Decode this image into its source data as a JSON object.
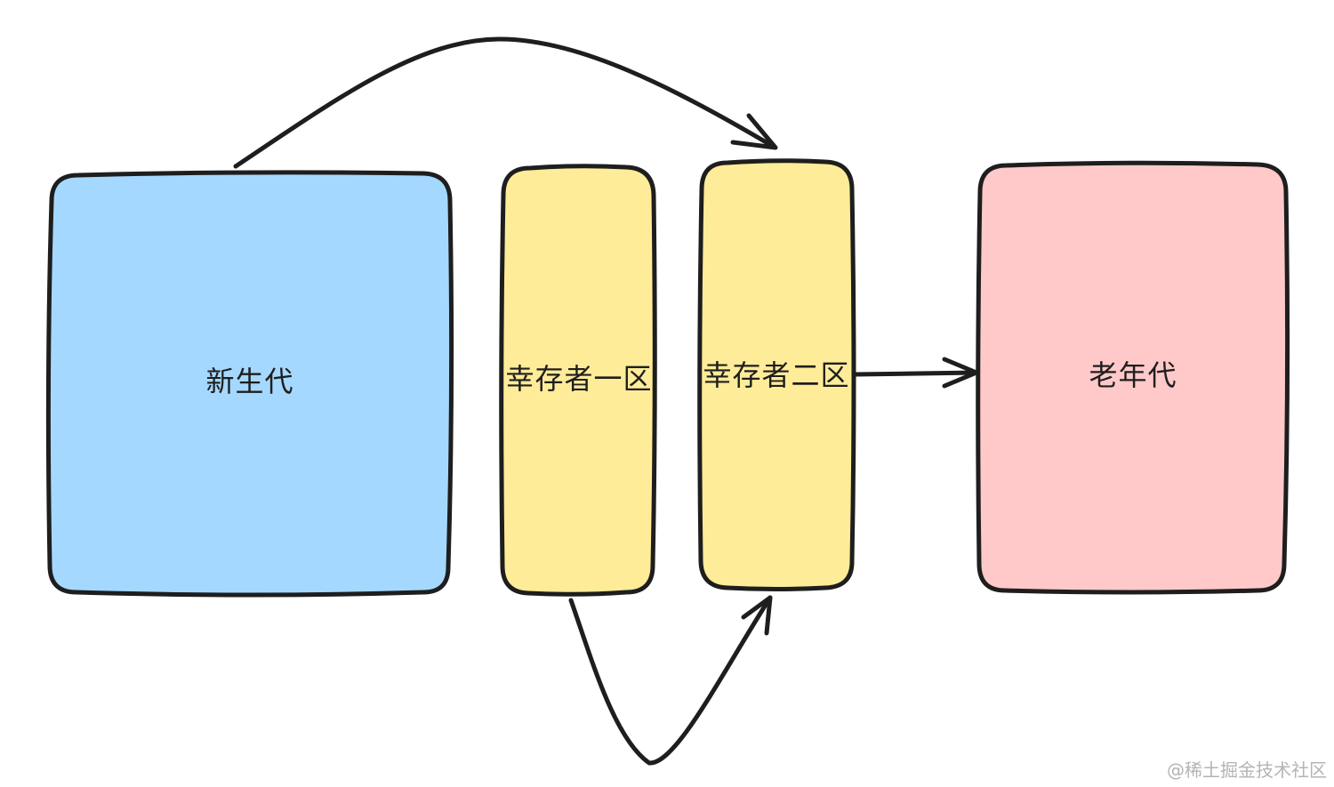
{
  "nodes": {
    "young_generation": {
      "label": "新生代",
      "fill": "#a5d8ff"
    },
    "survivor_one": {
      "label": "幸存者一区",
      "fill": "#ffec99"
    },
    "survivor_two": {
      "label": "幸存者二区",
      "fill": "#ffec99"
    },
    "old_generation": {
      "label": "老年代",
      "fill": "#ffc9c9"
    }
  },
  "stroke_color": "#1e1e1e",
  "watermark": "@稀土掘金技术社区"
}
